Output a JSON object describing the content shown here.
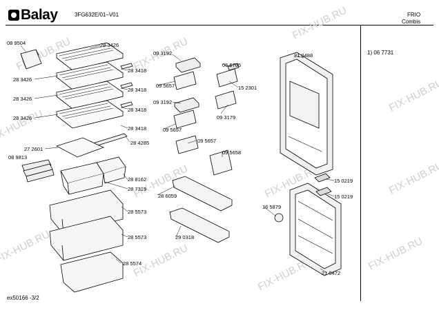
{
  "header": {
    "brand": "Balay",
    "model": "3FG632E/01–V01",
    "category_line1": "FRIO",
    "category_line2": "Combis"
  },
  "footer": {
    "code": "ex50166  -3/2"
  },
  "side_note": "1)  06 7731",
  "watermark": "FIX-HUB.RU",
  "part_labels": [
    "08 9504",
    "28 3426",
    "28 3426",
    "28 3418",
    "28 3426",
    "28 3418",
    "28 3426",
    "28 3418",
    "28 3418",
    "28 4285",
    "27 2601",
    "08 9813",
    "28 8162",
    "28 7319",
    "28 5573",
    "28 5573",
    "28 5574",
    "09 3192",
    "06 6765",
    "09 5657",
    "15 2301",
    "09 3192",
    "09 3179",
    "09 5657",
    "09 5657",
    "09 5658",
    "28 6059",
    "29 0318",
    "21 0488",
    "15 0219",
    "15 0219",
    "16 5879",
    "21 0472"
  ]
}
